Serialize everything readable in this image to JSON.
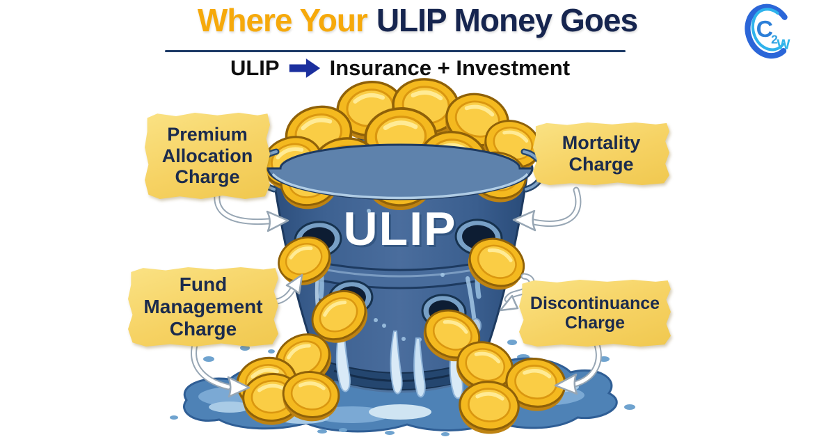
{
  "title": {
    "highlight": "Where Your",
    "rest": "ULIP Money Goes"
  },
  "subtitle": {
    "term": "ULIP",
    "expansion": "Insurance + Investment"
  },
  "logo": {
    "c": "C",
    "sub": "2",
    "w": "W"
  },
  "bucket_label": "ULIP",
  "callouts": {
    "premium": {
      "line1": "Premium",
      "line2": "Allocation",
      "line3": "Charge"
    },
    "mortality": {
      "line1": "Mortality",
      "line2": "Charge"
    },
    "fund": {
      "line1": "Fund",
      "line2": "Management",
      "line3": "Charge"
    },
    "discontinuance": {
      "line1": "Discontinuance",
      "line2": "Charge"
    }
  },
  "colors": {
    "title_highlight": "#F6A90B",
    "title_main": "#16254F",
    "subtitle_text": "#0E0E0E",
    "subtitle_arrow": "#1B2F9E",
    "divider": "#1C3A66",
    "note_background": "#F6D263",
    "note_text": "#1B2B4D",
    "bucket_blue": "#41659A",
    "bucket_dark": "#24466F",
    "coin_gold": "#F4B91F",
    "coin_face": "#FACD45",
    "puddle_blue": "#4E82B6",
    "arrow_fill": "#FFFFFF",
    "logo_blue": "#2B66D8",
    "logo_cyan": "#2FB3EC"
  }
}
